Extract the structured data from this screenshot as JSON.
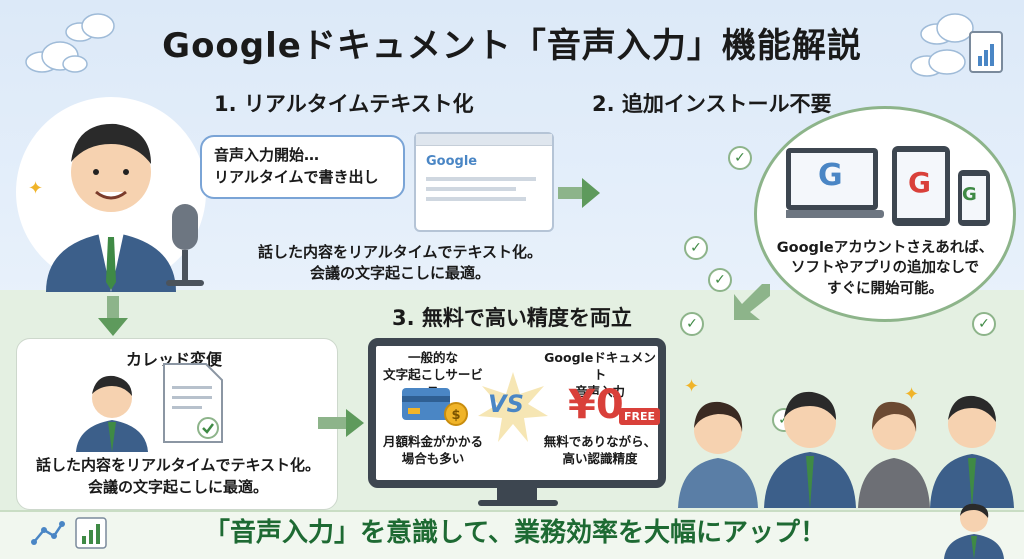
{
  "title": "Googleドキュメント「音声入力」機能解説",
  "step1": {
    "title": "1. リアルタイムテキスト化",
    "bubble_line1": "音声入力開始…",
    "bubble_line2": "リアルタイムで書き出し",
    "browser_logo": "Google",
    "desc_line1": "話した内容をリアルタイムでテキスト化。",
    "desc_line2": "会議の文字起こしに最適。"
  },
  "step2": {
    "title": "2. 追加インストール不要",
    "logo_letter": "G",
    "desc_line1": "Googleアカウントさえあれば、",
    "desc_line2": "ソフトやアプリの追加なしで",
    "desc_line3": "すぐに開始可能。"
  },
  "card": {
    "title": "カレッド変便",
    "text_line1": "話した内容をリアルタイムでテキスト化。",
    "text_line2": "会議の文字起こしに最適。"
  },
  "step3": {
    "title": "3. 無料で高い精度を両立",
    "left_title_line1": "一般的な",
    "left_title_line2": "文字起こしサービス",
    "left_note_line1": "月額料金がかかる",
    "left_note_line2": "場合も多い",
    "vs": "VS",
    "right_title_line1": "Googleドキュメント",
    "right_title_line2": "音声入力",
    "price": "¥0",
    "free_badge": "FREE",
    "right_note_line1": "無料でありながら、",
    "right_note_line2": "高い認識精度"
  },
  "footer": {
    "text": "「音声入力」を意識して、業務効率を大幅にアップ！"
  },
  "colors": {
    "accent_green": "#1e6a33",
    "accent_blue": "#4a86c5",
    "price_red": "#d9403a"
  }
}
